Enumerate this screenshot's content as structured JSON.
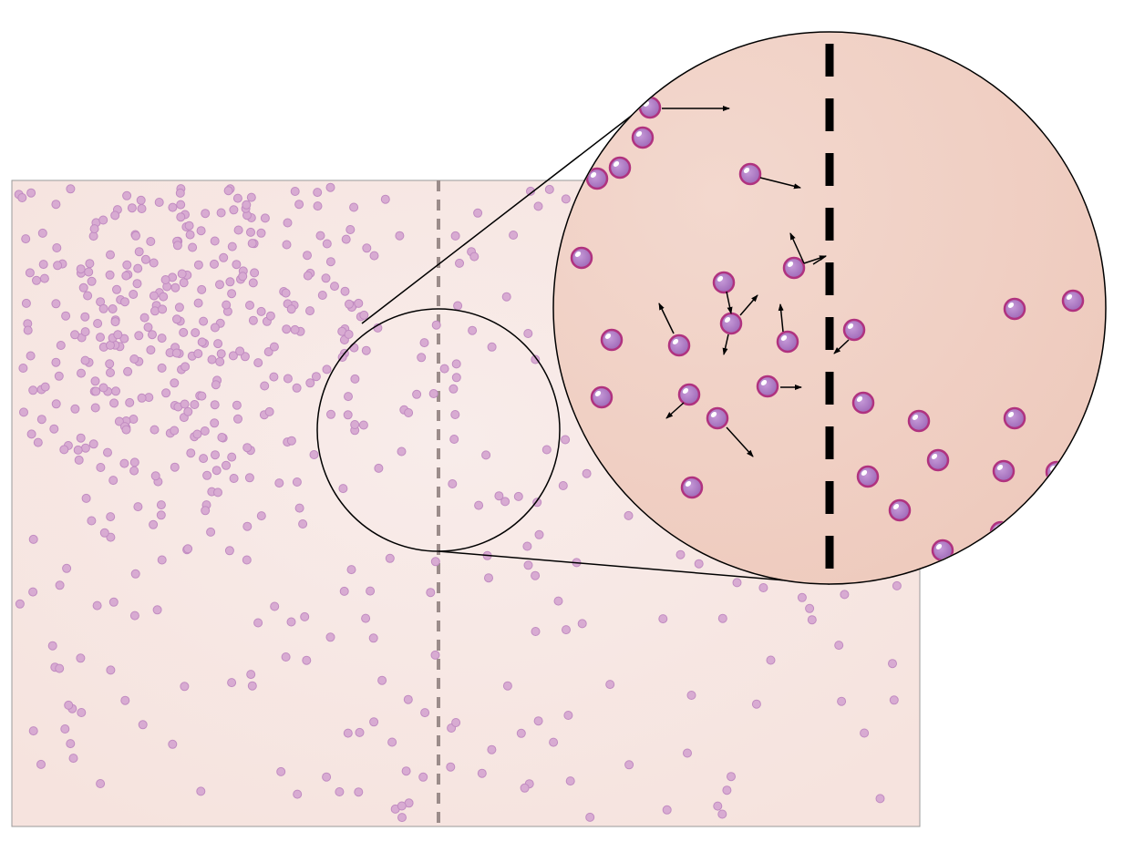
{
  "colors": {
    "container_fill": "#f6e3de",
    "container_center": "#f8ecea",
    "container_border": "#9a9a9a",
    "membrane_dashed": "#9b8c8a",
    "small_particle_fill": "#d8abd2",
    "small_particle_stroke": "#c18bc1",
    "magnifier_fill": "#eecabd",
    "magnifier_center": "#f3d8ce",
    "molecule_fill": "#9a64b4",
    "molecule_stroke": "#b0327f",
    "arrow": "#000000",
    "membrane_zoomed": "#000000"
  },
  "icons": {
    "magnifier": "zoom-circle",
    "molecule": "sphere",
    "motion": "arrow"
  }
}
